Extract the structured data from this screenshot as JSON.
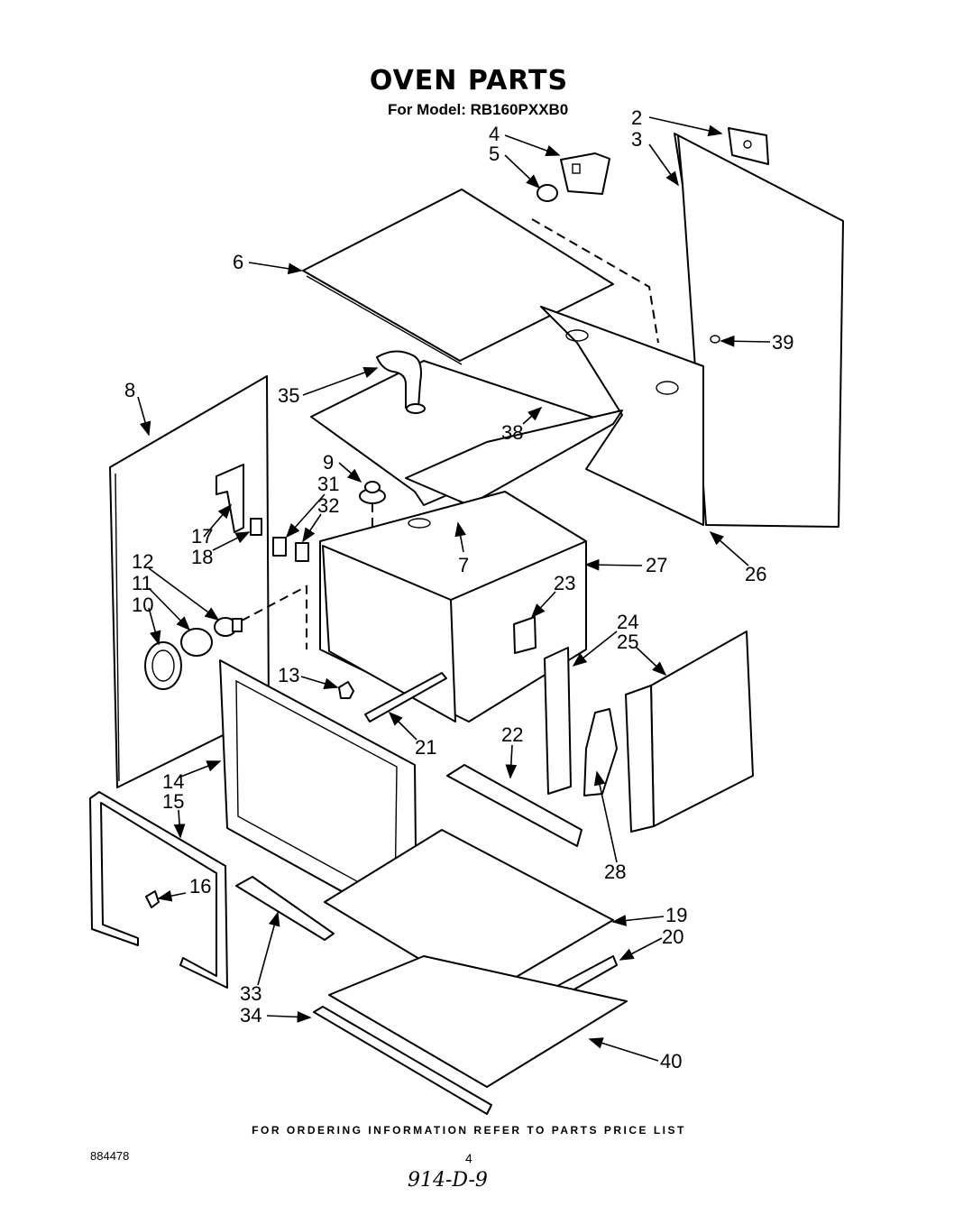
{
  "title": "OVEN PARTS",
  "model_line": "For Model: RB160PXXB0",
  "footer": "FOR ORDERING INFORMATION REFER TO PARTS PRICE LIST",
  "doc_number": "884478",
  "page_number": "4",
  "handwritten_note": "914-D-9",
  "part_labels": [
    "2",
    "3",
    "4",
    "5",
    "6",
    "39",
    "8",
    "35",
    "38",
    "9",
    "31",
    "32",
    "17",
    "18",
    "7",
    "27",
    "26",
    "12",
    "11",
    "10",
    "23",
    "24",
    "25",
    "13",
    "21",
    "22",
    "14",
    "15",
    "28",
    "16",
    "19",
    "20",
    "33",
    "34",
    "40"
  ]
}
